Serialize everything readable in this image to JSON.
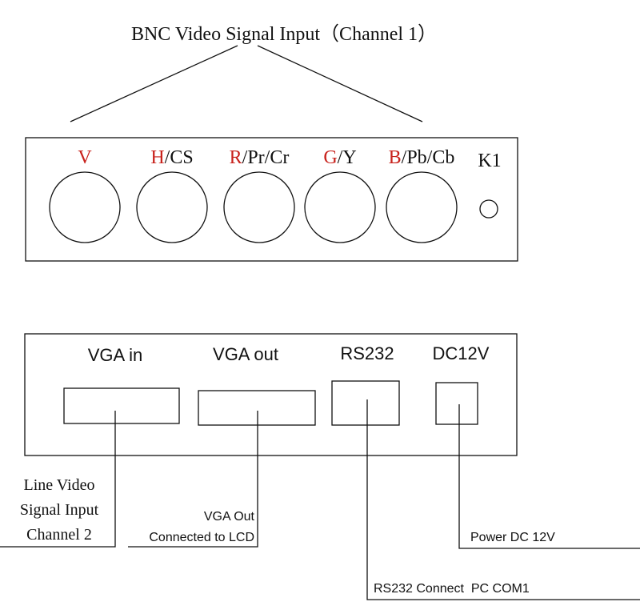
{
  "title": "BNC Video Signal Input（Channel 1）",
  "colors": {
    "accent": "#c8221c",
    "ink": "#111111",
    "background": "#ffffff"
  },
  "bnc_panel": {
    "ports": [
      {
        "accent": "V",
        "rest": ""
      },
      {
        "accent": "H",
        "rest": "/CS"
      },
      {
        "accent": "R",
        "rest": "/Pr/Cr"
      },
      {
        "accent": "G",
        "rest": "/Y"
      },
      {
        "accent": "B",
        "rest": "/Pb/Cb"
      }
    ],
    "k1_label": "K1"
  },
  "vga_panel": {
    "vga_in_label": "VGA in",
    "vga_out_label": "VGA out",
    "rs232_label": "RS232",
    "dc_label": "DC12V"
  },
  "callouts": {
    "line_video": [
      "Line Video",
      "Signal Input",
      "Channel 2"
    ],
    "vga_out": [
      "VGA Out",
      "Connected to LCD"
    ],
    "power": "Power DC 12V",
    "rs232": "RS232 Connect  PC COM1"
  }
}
